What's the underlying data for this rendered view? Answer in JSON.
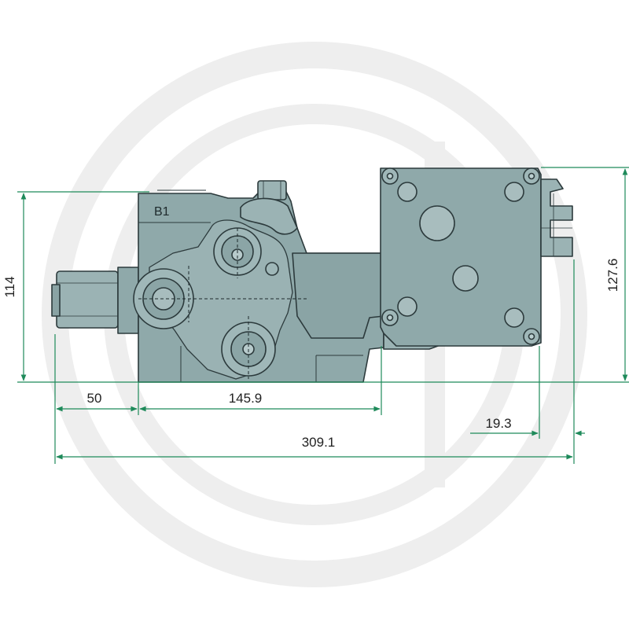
{
  "drawing": {
    "port_label": "B1",
    "colors": {
      "body_fill": "#8fa9aa",
      "body_fill_light": "#a2babb",
      "body_fill_dark": "#7e9798",
      "outline": "#2c3a3c",
      "dimension": "#1e8a5a",
      "watermark": "#ededed"
    },
    "dimensions": {
      "overall_height": "114",
      "actuator_height": "127.6",
      "inlet_length": "50",
      "body_length": "145.9",
      "actuator_offset": "19.3",
      "overall_length": "309.1"
    }
  }
}
